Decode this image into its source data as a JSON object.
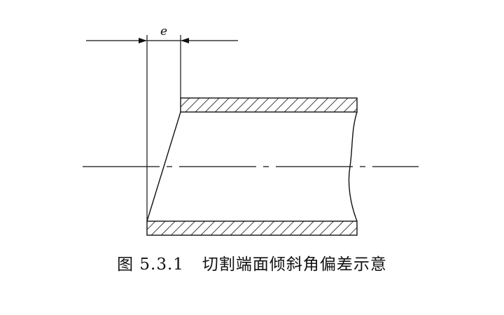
{
  "diagram": {
    "dimension_label": "e"
  },
  "caption": {
    "figure_number": "图 5.3.1",
    "title": "切割端面倾斜角偏差示意"
  }
}
